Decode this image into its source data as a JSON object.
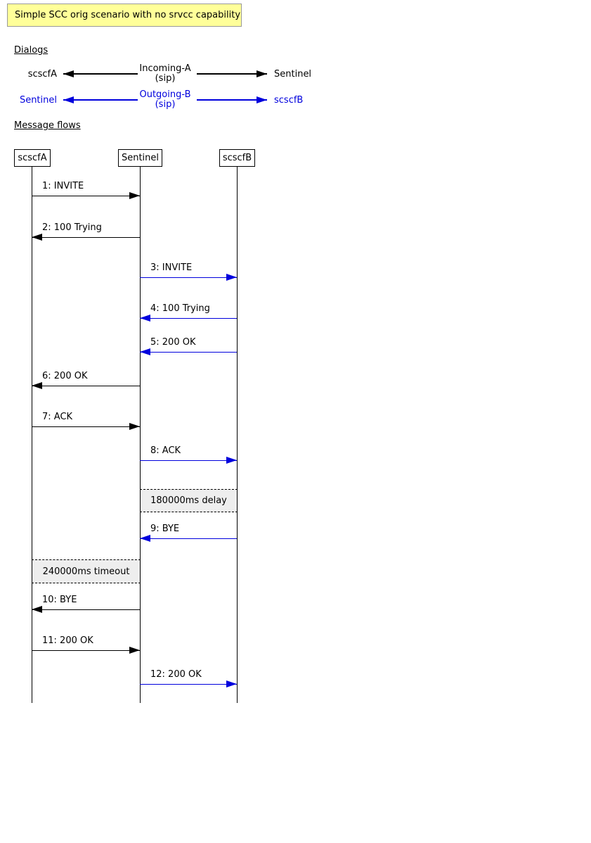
{
  "title": "Simple SCC orig scenario with no srvcc capability",
  "headings": {
    "dialogs": "Dialogs",
    "message_flows": "Message flows"
  },
  "dialogs": [
    {
      "left_party": "scscfA",
      "dialog_name": "Incoming-A",
      "protocol": "(sip)",
      "right_party": "Sentinel",
      "color": "#000000"
    },
    {
      "left_party": "Sentinel",
      "dialog_name": "Outgoing-B",
      "protocol": "(sip)",
      "right_party": "scscfB",
      "color": "#0000dd"
    }
  ],
  "lifelines": [
    {
      "label": "scscfA"
    },
    {
      "label": "Sentinel"
    },
    {
      "label": "scscfB"
    }
  ],
  "messages": [
    {
      "label": "1: INVITE",
      "from": "scscfA",
      "to": "Sentinel",
      "direction": "right",
      "color": "#000000"
    },
    {
      "label": "2: 100 Trying",
      "from": "Sentinel",
      "to": "scscfA",
      "direction": "left",
      "color": "#000000"
    },
    {
      "label": "3: INVITE",
      "from": "Sentinel",
      "to": "scscfB",
      "direction": "right",
      "color": "#0000dd"
    },
    {
      "label": "4: 100 Trying",
      "from": "scscfB",
      "to": "Sentinel",
      "direction": "left",
      "color": "#0000dd"
    },
    {
      "label": "5: 200 OK",
      "from": "scscfB",
      "to": "Sentinel",
      "direction": "left",
      "color": "#0000dd"
    },
    {
      "label": "6: 200 OK",
      "from": "Sentinel",
      "to": "scscfA",
      "direction": "left",
      "color": "#000000"
    },
    {
      "label": "7: ACK",
      "from": "scscfA",
      "to": "Sentinel",
      "direction": "right",
      "color": "#000000"
    },
    {
      "label": "8: ACK",
      "from": "Sentinel",
      "to": "scscfB",
      "direction": "right",
      "color": "#0000dd"
    },
    {
      "label": "9: BYE",
      "from": "scscfB",
      "to": "Sentinel",
      "direction": "left",
      "color": "#0000dd"
    },
    {
      "label": "10: BYE",
      "from": "Sentinel",
      "to": "scscfA",
      "direction": "left",
      "color": "#000000"
    },
    {
      "label": "11: 200 OK",
      "from": "scscfA",
      "to": "Sentinel",
      "direction": "right",
      "color": "#000000"
    },
    {
      "label": "12: 200 OK",
      "from": "Sentinel",
      "to": "scscfB",
      "direction": "right",
      "color": "#0000dd"
    }
  ],
  "notes": [
    {
      "label": "180000ms delay",
      "between": [
        "Sentinel",
        "scscfB"
      ]
    },
    {
      "label": "240000ms timeout",
      "between": [
        "scscfA",
        "Sentinel"
      ]
    }
  ],
  "colors": {
    "ink": "#000000",
    "accent": "#0000dd",
    "note-bg": "#eeeeee",
    "title-bg": "#ffff99",
    "title-border": "#999999"
  }
}
